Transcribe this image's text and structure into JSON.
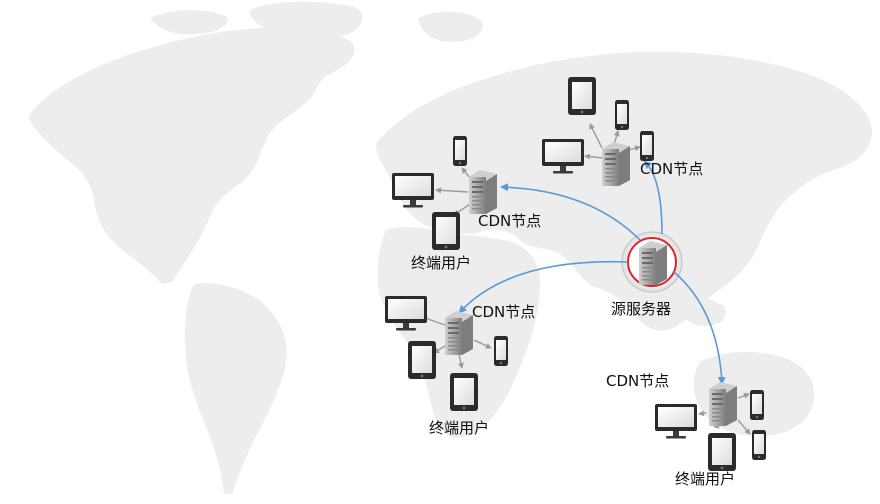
{
  "diagram": {
    "origin_label": "源服务器",
    "cdn_node_labels": [
      "CDN节点",
      "CDN节点",
      "CDN节点",
      "CDN节点"
    ],
    "end_user_labels": [
      "终端用户",
      "终端用户",
      "终端用户"
    ]
  },
  "colors": {
    "background": "#ffffff",
    "world_map": "#ededed",
    "link_arrow": "#5b9bd5",
    "user_link": "#9a9a9a",
    "origin_ring": "#d9262b",
    "server_body": "#a8a8a8",
    "device_body": "#2b2b2b"
  },
  "icons": {
    "server": "server-icon",
    "monitor": "monitor-icon",
    "tablet": "tablet-icon",
    "phone": "phone-icon"
  }
}
